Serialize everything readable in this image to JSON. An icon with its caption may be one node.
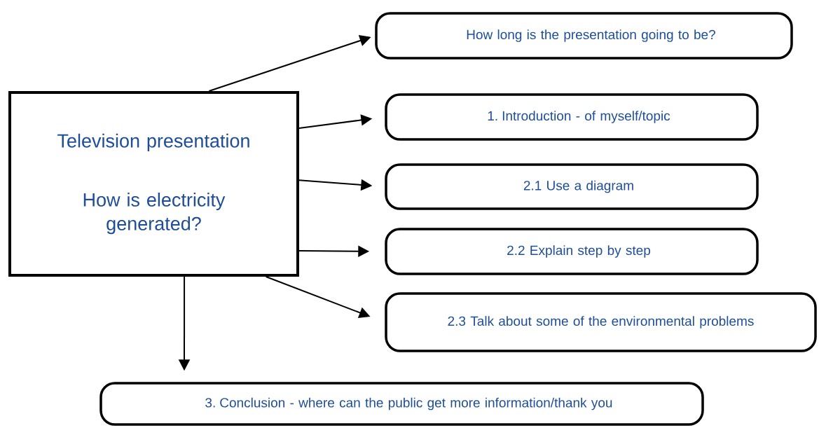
{
  "diagram": {
    "nodes": [
      {
        "text": [
          "Television presentation",
          "How is electricity generated?"
        ]
      },
      {
        "text": [
          "How long is the presentation going to be?"
        ]
      },
      {
        "text": [
          "1. Introduction - of myself/topic"
        ]
      },
      {
        "text": [
          "2.1 Use a diagram"
        ]
      },
      {
        "text": [
          "2.2 Explain step by step"
        ]
      },
      {
        "text": [
          "2.3 Talk about some of the environmental problems"
        ]
      },
      {
        "text": [
          "3. Conclusion - where can the public get more information/thank you"
        ]
      }
    ],
    "edges": [
      {
        "from": 0,
        "to": 1,
        "arrow": "to"
      },
      {
        "from": 0,
        "to": 2,
        "arrow": "to"
      },
      {
        "from": 0,
        "to": 3,
        "arrow": "to"
      },
      {
        "from": 0,
        "to": 4,
        "arrow": "to"
      },
      {
        "from": 0,
        "to": 5,
        "arrow": "to"
      },
      {
        "from": 0,
        "to": 6,
        "arrow": "to"
      }
    ]
  }
}
